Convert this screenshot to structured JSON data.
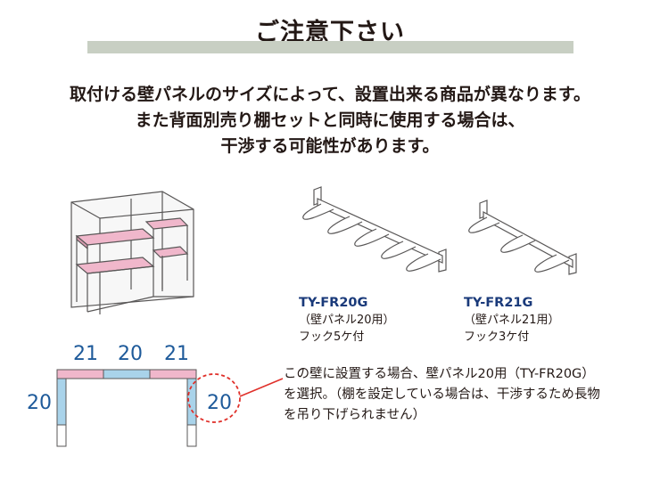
{
  "header": {
    "title": "ご注意下さい"
  },
  "notice": {
    "lines": [
      "取付ける壁パネルのサイズによって、設置出来る商品が異なります。",
      "また背面別売り棚セットと同時に使用する場合は、",
      "干渉する可能性があります。"
    ]
  },
  "products": [
    {
      "code": "TY-FR20G",
      "panel": "（壁パネル20用）",
      "hooks": "フック5ケ付"
    },
    {
      "code": "TY-FR21G",
      "panel": "（壁パネル21用）",
      "hooks": "フック3ケ付"
    }
  ],
  "plan": {
    "top_dims": [
      "21",
      "20",
      "21"
    ],
    "left_dim": "20",
    "right_dim": "20"
  },
  "note": "この壁に設置する場合、壁パネル20用（TY-FR20G）を選択。（棚を設定している場合は、干渉するため長物を吊り下げられません）",
  "colors": {
    "pink": "#f0b7cb",
    "blue": "#a9d3ea",
    "accent_red": "#e0302a",
    "title_bar": "#c8cfc3",
    "code_blue": "#1a3a7a"
  }
}
